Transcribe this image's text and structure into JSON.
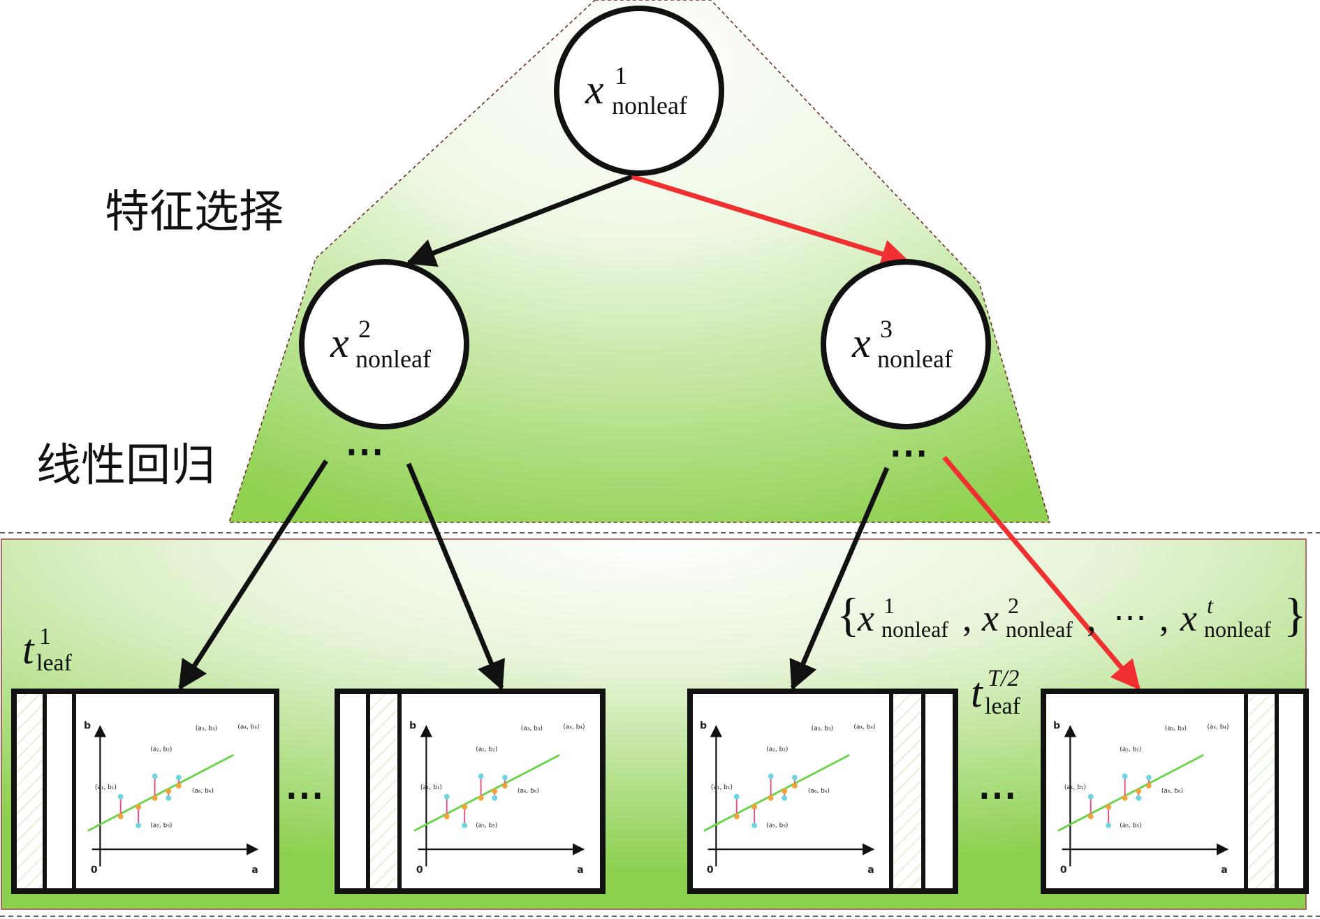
{
  "labels": {
    "feature_selection": "特征选择",
    "linear_regression": "线性回归"
  },
  "nodes": [
    {
      "id": "n1",
      "base": "x",
      "sup": "1",
      "sub": "nonleaf"
    },
    {
      "id": "n2",
      "base": "x",
      "sup": "2",
      "sub": "nonleaf"
    },
    {
      "id": "n3",
      "base": "x",
      "sup": "3",
      "sub": "nonleaf"
    }
  ],
  "ellipsis": "⋯",
  "leaf_labels": [
    {
      "base": "t",
      "sup": "1",
      "sub": "leaf"
    },
    {
      "base": "t",
      "sup": "T/2",
      "sub": "leaf"
    }
  ],
  "feature_set": {
    "open": "{",
    "close": "}",
    "items": [
      {
        "base": "x",
        "sup": "1",
        "sub": "nonleaf"
      },
      {
        "base": "x",
        "sup": "2",
        "sub": "nonleaf"
      },
      {
        "base": "x",
        "sup": "t",
        "sub": "nonleaf"
      }
    ],
    "separator": ",",
    "dots": "⋯"
  },
  "mini_plot": {
    "y_axis": "b",
    "x_axis": "a",
    "origin": "0",
    "point_labels": [
      "(a₁, b₁)",
      "(a₂, b₂)",
      "(a₃, b₃)",
      "(a₄, b₄)",
      "(a₅, b₅)",
      "(a₆, b₆)"
    ]
  },
  "colors": {
    "highlight_path": "#f03030",
    "edge": "#111111",
    "green_dark": "#8bd04e",
    "green_light": "#ffffff",
    "fit_line": "#6bd44a",
    "residual": "#e8508a",
    "point_obs": "#6ed5e0",
    "point_fit": "#f2a23a"
  }
}
